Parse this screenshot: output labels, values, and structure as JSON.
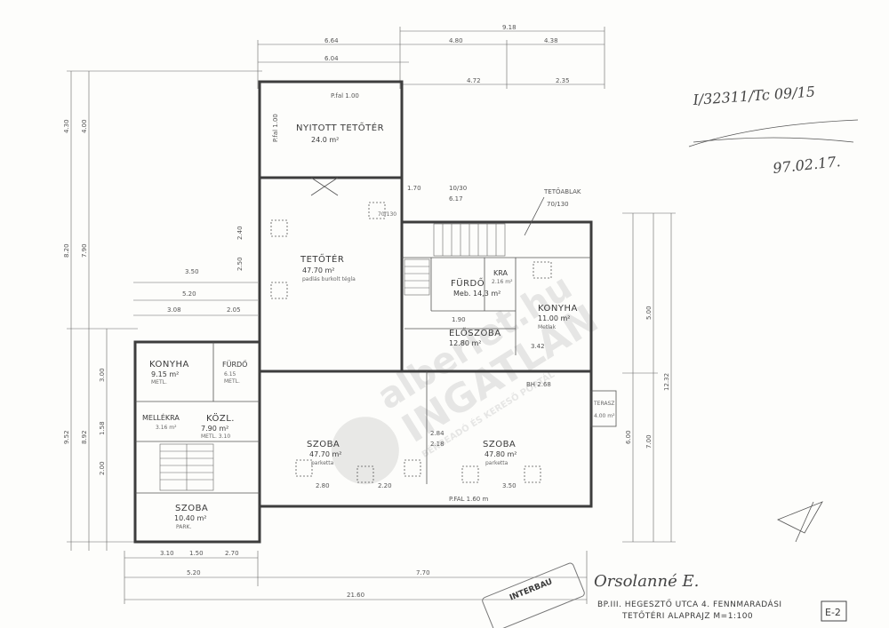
{
  "rooms": {
    "open_terrace": {
      "name": "NYITOTT TETŐTÉR",
      "area": "24.0 m²"
    },
    "attic": {
      "name": "TETŐTÉR",
      "area": "47.70 m²",
      "floor": "padlás burkolt tégla"
    },
    "bath_main": {
      "name": "FÜRDŐ",
      "area": "Meb. 14,3 m²"
    },
    "storage": {
      "name": "KRA",
      "area": "2.16 m²"
    },
    "kitchen_right": {
      "name": "KONYHA",
      "area": "11.00 m²",
      "floor": "Metlak"
    },
    "hall": {
      "name": "ELŐSZOBA",
      "area": "12.80 m²"
    },
    "kitchen_left": {
      "name": "KONYHA",
      "area": "9.15 m²",
      "floor": "METL."
    },
    "bath_left": {
      "name": "FÜRDŐ",
      "area": "6.15",
      "floor": "METL."
    },
    "pantry": {
      "name": "MELLÉKRA",
      "area": "3.16 m²"
    },
    "corridor": {
      "name": "KÖZL.",
      "area": "7.90 m²",
      "floor": "METL. 3.10"
    },
    "room_left": {
      "name": "SZOBA",
      "area": "10.40 m²",
      "floor": "PARK."
    },
    "room_mid": {
      "name": "SZOBA",
      "area": "47.70 m²",
      "floor": "parketta"
    },
    "room_right": {
      "name": "SZOBA",
      "area": "47.80 m²",
      "floor": "parketta"
    },
    "terrace_small": {
      "name": "TERASZ",
      "area": "4.00 m²"
    }
  },
  "labels": {
    "p_wall_top": "P.fal 1.00",
    "p_wall_bottom": "P.FAL 1.60 m",
    "skylight_title": "TETŐABLAK",
    "skylight_size": "70/130",
    "window_size": "70/130",
    "bh": "BH 2.68",
    "mid_height": "2.84",
    "mid_height2": "2.18"
  },
  "dimensions": {
    "top_total": "9.18",
    "top_a": "6.64",
    "top_b": "4.80",
    "top_c": "4.38",
    "top_d": "6.04",
    "top_e": "4.72",
    "top_f": "2.35",
    "left_8": "8.20",
    "left_9": "9.52",
    "left_7": "7.90",
    "left_top_a": "4.30",
    "left_top_b": "4.00",
    "inner_a": "3.50",
    "inner_b": "5.20",
    "inner_c": "3.08",
    "inner_d": "2.05",
    "stair_a": "1.70",
    "stair_b": "10/30",
    "stair_c": "6.17",
    "right_total": "12.32",
    "right_a": "6.00",
    "right_b": "7.00",
    "right_c": "5.00",
    "bottom_a": "3.10",
    "bottom_b": "1.50",
    "bottom_c": "2.70",
    "bottom_d": "5.20",
    "bottom_e": "7.70",
    "bottom_f": "21.60",
    "room_w_a": "2.80",
    "room_w_b": "2.20",
    "room_w_c": "3.50",
    "small_a": "2.40",
    "small_b": "2.50",
    "small_c": "1.90",
    "small_d": "3.42",
    "small_e": "8.92",
    "small_f": "3.00",
    "small_g": "1.58",
    "small_h": "2.00"
  },
  "annotations": {
    "handwritten_top": "I/32311/Tc 09/15",
    "handwritten_date": "97.02.17.",
    "signature": "Orsolanné E."
  },
  "title_block": {
    "line1": "BP.III. HEGESZTŐ UTCA 4. FENNMARADÁSI",
    "line2": "TETŐTÉRI ALAPRAJZ M=1:100",
    "sheet": "E-2",
    "stamp": "INTERBAU"
  },
  "watermark": {
    "text1": "alberlet.hu",
    "text2": "INGATLAN",
    "text3": "BÉRBEADÓ ÉS KERESŐ PORTÁL"
  }
}
